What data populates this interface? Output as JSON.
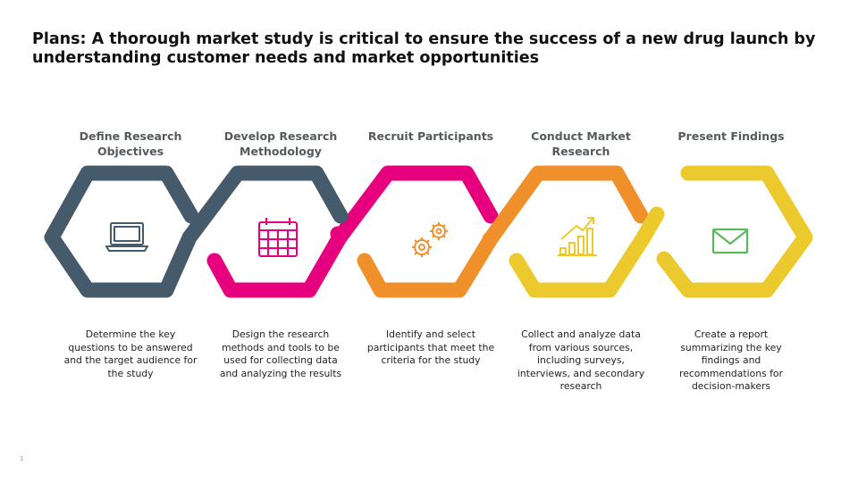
{
  "title": "Plans: A thorough market study is critical to ensure the success of a new drug launch by understanding customer needs and market opportunities",
  "steps": [
    {
      "title": "Define Research Objectives",
      "description": "Determine the key questions to be answered and the target audience for the study",
      "color": "#455a6b",
      "icon": "laptop-icon"
    },
    {
      "title": "Develop Research Methodology",
      "description": "Design the research methods and tools to be used for collecting data and analyzing the results",
      "color": "#e6007e",
      "icon": "calendar-icon"
    },
    {
      "title": "Recruit Participants",
      "description": "Identify and select participants that meet the criteria for the study",
      "color": "#f0902b",
      "icon": "gears-icon"
    },
    {
      "title": "Conduct Market Research",
      "description": "Collect and analyze data from various sources, including surveys, interviews, and secondary research",
      "color": "#ecca2e",
      "icon": "growth-chart-icon"
    },
    {
      "title": "Present Findings",
      "description": "Create a report summarizing the key findings and recommendations for decision-makers",
      "color": "#5cb85c",
      "icon": "envelope-icon"
    }
  ],
  "page_number": "1"
}
